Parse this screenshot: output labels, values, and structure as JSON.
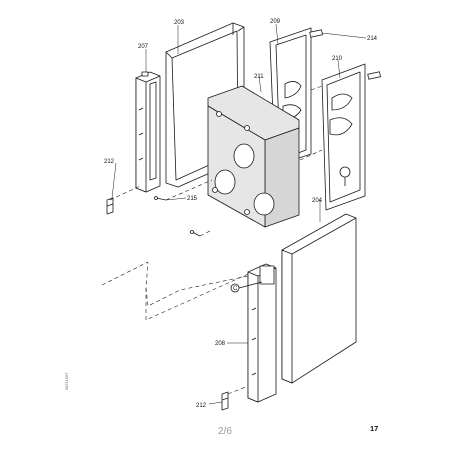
{
  "callouts": {
    "c203": "203",
    "c209": "209",
    "c214": "214",
    "c207": "207",
    "c210": "210",
    "c211": "211",
    "c212a": "212",
    "c215": "215",
    "c204": "204",
    "cC": "C",
    "c208": "208",
    "c212b": "212"
  },
  "page_indicator": "2/6",
  "sheet_number": "17",
  "doc_ref": "98711507",
  "colors": {
    "line": "#1a1a1a",
    "foam": "#e6e6e6",
    "white": "#ffffff"
  }
}
